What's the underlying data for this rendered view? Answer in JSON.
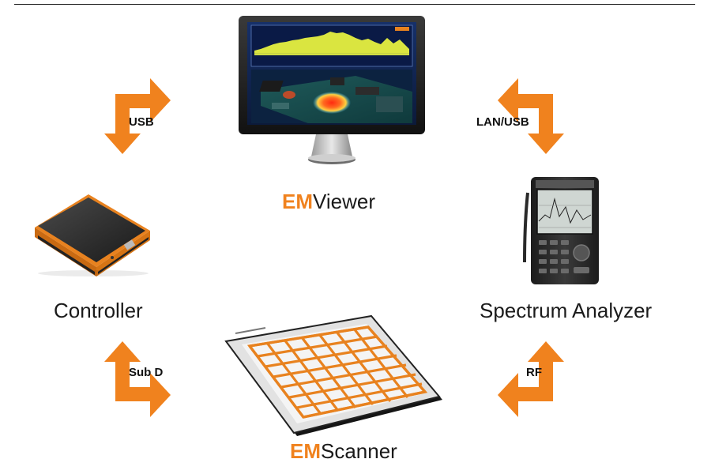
{
  "brand": {
    "accent": "#F0821E"
  },
  "nodes": {
    "viewer": {
      "prefix": "EM",
      "name": "Viewer"
    },
    "controller": {
      "name": "Controller"
    },
    "analyzer": {
      "name": "Spectrum Analyzer"
    },
    "scanner": {
      "prefix": "EM",
      "name": "Scanner"
    }
  },
  "links": {
    "controller_viewer": "USB",
    "viewer_analyzer": "LAN/USB",
    "controller_scanner": "Sub D",
    "analyzer_scanner": "RF"
  },
  "icons": [
    "monitor-icon",
    "controller-box-icon",
    "spectrum-analyzer-icon",
    "scanner-board-icon"
  ]
}
